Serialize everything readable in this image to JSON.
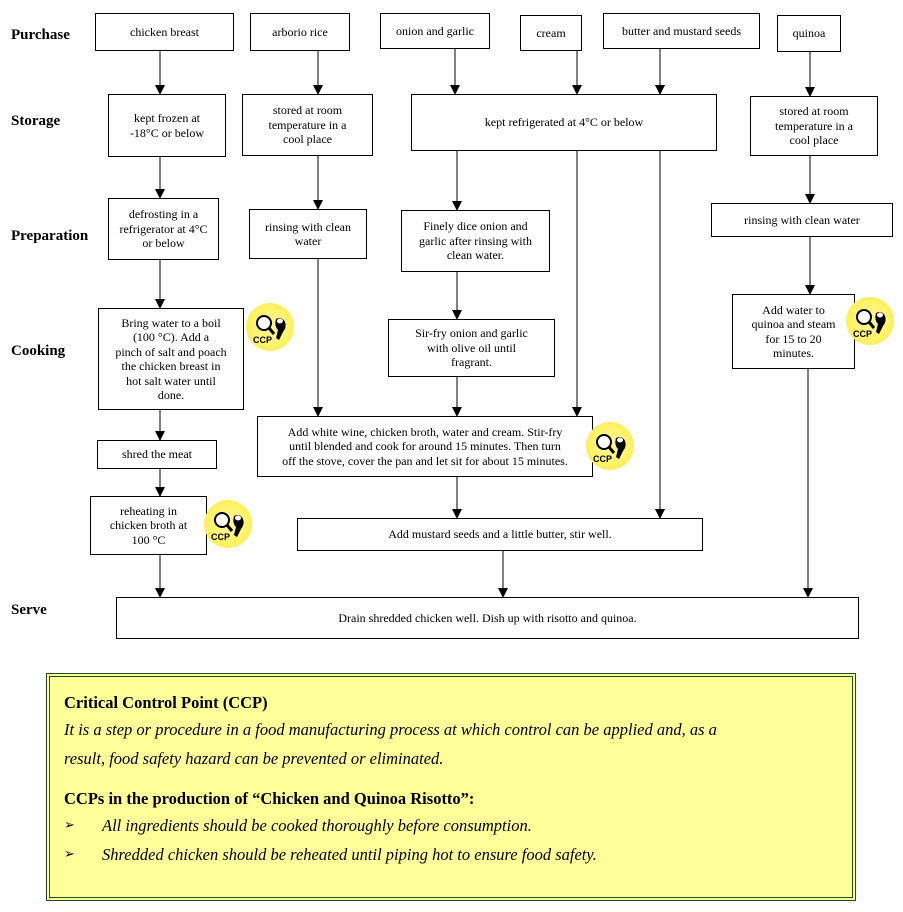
{
  "stages": {
    "purchase": "Purchase",
    "storage": "Storage",
    "preparation": "Preparation",
    "cooking": "Cooking",
    "serve": "Serve"
  },
  "purchase": {
    "chicken": "chicken breast",
    "rice": "arborio rice",
    "onion": "onion and garlic",
    "cream": "cream",
    "butter": "butter and mustard seeds",
    "quinoa": "quinoa"
  },
  "storage": {
    "chicken": [
      "kept frozen at",
      "-18°C or below"
    ],
    "rice": [
      "stored at room",
      "temperature in a",
      "cool place"
    ],
    "fridge": "kept refrigerated at 4°C or below",
    "quinoa": [
      "stored at room",
      "temperature in a",
      "cool place"
    ]
  },
  "preparation": {
    "chicken": [
      "defrosting in a",
      "refrigerator at 4°C",
      "or below"
    ],
    "rice": [
      "rinsing with clean",
      "water"
    ],
    "onion": [
      "Finely dice onion and",
      "garlic after rinsing with",
      "clean water."
    ],
    "quinoa": "rinsing with clean water"
  },
  "cooking": {
    "chicken": [
      "Bring water to a boil",
      "(100 °C).    Add a",
      "pinch of salt and poach",
      "the chicken breast in",
      "hot salt water until",
      "done."
    ],
    "onion": [
      "Sir-fry onion and garlic",
      "with olive oil until",
      "fragrant."
    ],
    "quinoa": [
      "Add water to",
      "quinoa and steam",
      "for 15 to 20",
      "minutes."
    ],
    "risotto": [
      "Add white wine, chicken broth, water and cream.    Stir-fry",
      "until blended and cook for around 15 minutes.    Then turn",
      "off the stove, cover the pan and let sit for about 15 minutes."
    ],
    "shred": "shred the meat",
    "reheat": [
      "reheating in",
      "chicken broth at",
      "100 °C"
    ],
    "mustard": "Add mustard seeds and a little butter, stir well."
  },
  "serve": "Drain shredded chicken well.    Dish up with risotto and quinoa.",
  "ccp_label": "CCP",
  "ccp_icon": "magnifying-glass-inspector-icon",
  "colors": {
    "ccp_badge": "#fff36b",
    "panel_bg": "#ffff99",
    "panel_border": "#1e4d1e"
  },
  "panel": {
    "title": "Critical Control Point (CCP)",
    "definition": [
      "It is a step or procedure in a food manufacturing process at which control can be applied and, as a",
      "result, food safety hazard can be prevented or eliminated."
    ],
    "ccp_heading": "CCPs in the production of “Chicken and Quinoa Risotto”:",
    "bullet_mark": "➢",
    "bullets": [
      "All ingredients should be cooked thoroughly before consumption.",
      "Shredded chicken should be reheated until piping hot to ensure food safety."
    ]
  }
}
